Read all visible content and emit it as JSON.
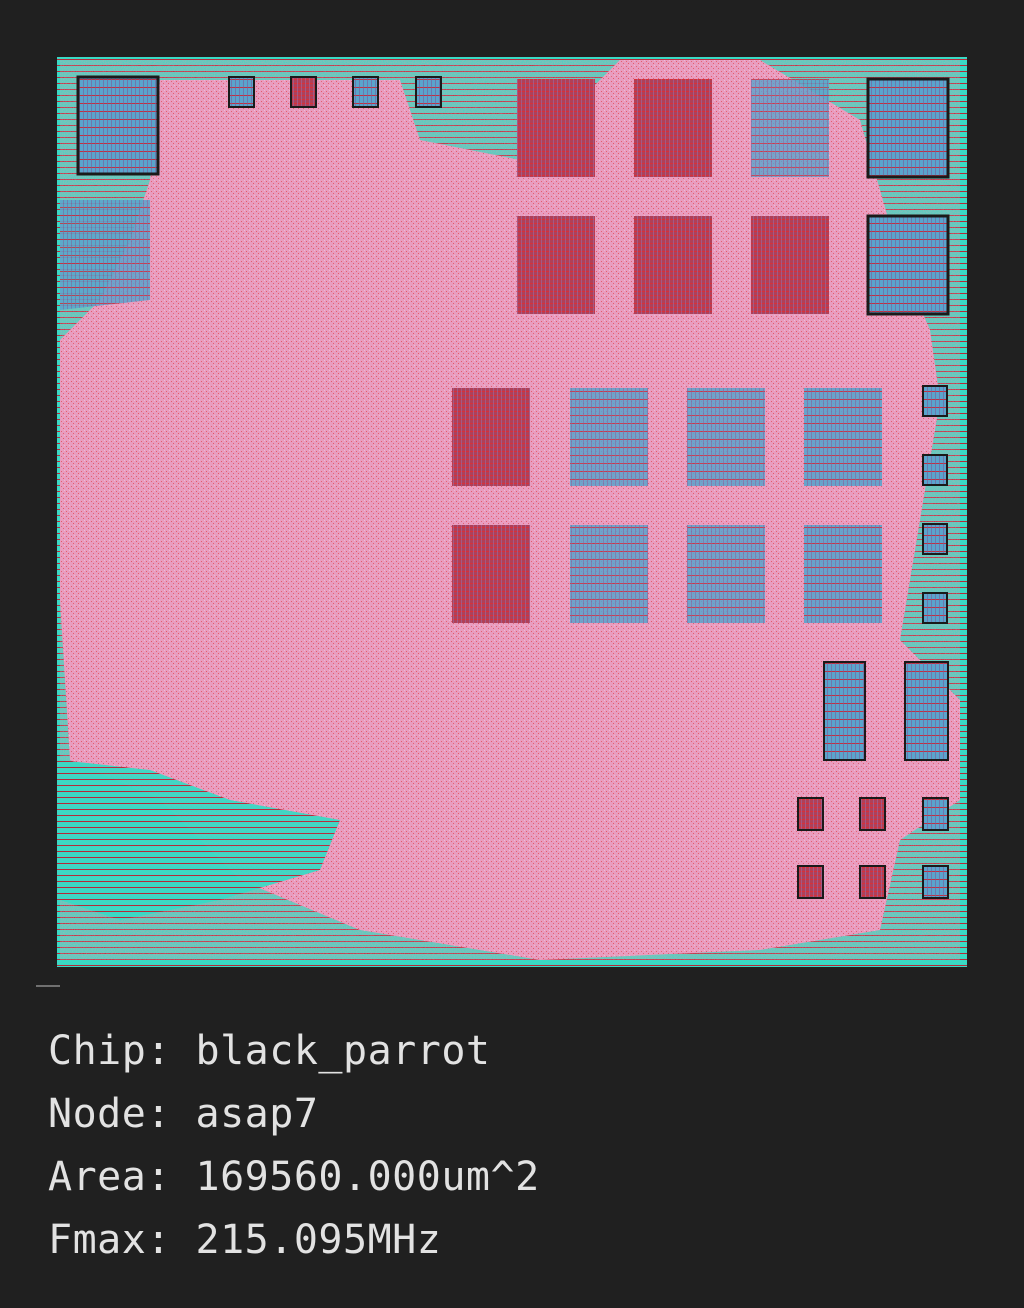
{
  "colors": {
    "background": "#202020",
    "text": "#e2e2e2",
    "die_fill": "#3ad9c4",
    "cell_fill": "#e6a0c8",
    "cell_routing": "#e04a58",
    "macro_fill": "#5aa4cc",
    "macro_outline": "#1a1a1a",
    "macro_routing": "#c23040",
    "power_grid": "#b52838"
  },
  "info": [
    {
      "label": "Chip:",
      "value": "black_parrot"
    },
    {
      "label": "Node:",
      "value": "asap7"
    },
    {
      "label": "Area:",
      "value": "169560.000um^2"
    },
    {
      "label": "Fmax:",
      "value": "215.095MHz"
    }
  ]
}
